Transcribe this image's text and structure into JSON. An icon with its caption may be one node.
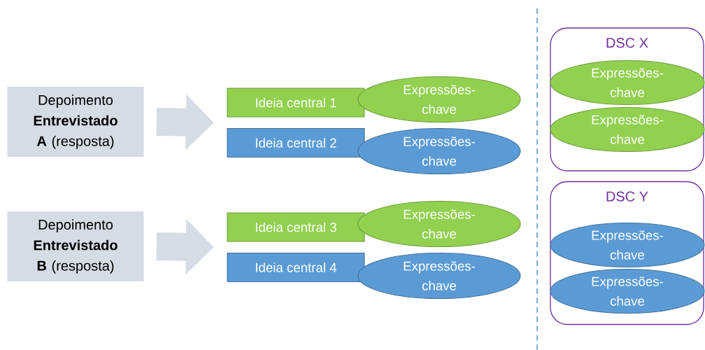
{
  "diagram": {
    "nodes": [
      {
        "text": [
          "Depoimento **Entrevistado A** (resposta)"
        ]
      },
      {
        "text": [
          "Ideia central 1"
        ]
      },
      {
        "text": [
          "Expressões-chave"
        ]
      },
      {
        "text": [
          "Ideia central 2"
        ]
      },
      {
        "text": [
          "Expressões-chave"
        ]
      },
      {
        "text": [
          "Depoimento **Entrevistado B** (resposta)"
        ]
      },
      {
        "text": [
          "Ideia central 3"
        ]
      },
      {
        "text": [
          "Expressões-chave"
        ]
      },
      {
        "text": [
          "Ideia central 4"
        ]
      },
      {
        "text": [
          "Expressões-chave"
        ]
      },
      {
        "text": [
          "DSC X"
        ]
      },
      {
        "text": [
          "Expressões-chave"
        ],
        "in": 10
      },
      {
        "text": [
          "Expressões-chave"
        ],
        "in": 10
      },
      {
        "text": [
          "DSC Y"
        ]
      },
      {
        "text": [
          "Expressões-chave"
        ],
        "in": 13
      },
      {
        "text": [
          "Expressões-chave"
        ],
        "in": 13
      }
    ],
    "edges": [
      {
        "from": 0,
        "to": 1,
        "arrow": "to"
      },
      {
        "from": 0,
        "to": 3,
        "arrow": "to"
      },
      {
        "from": 5,
        "to": 6,
        "arrow": "to"
      },
      {
        "from": 5,
        "to": 8,
        "arrow": "to"
      }
    ]
  }
}
